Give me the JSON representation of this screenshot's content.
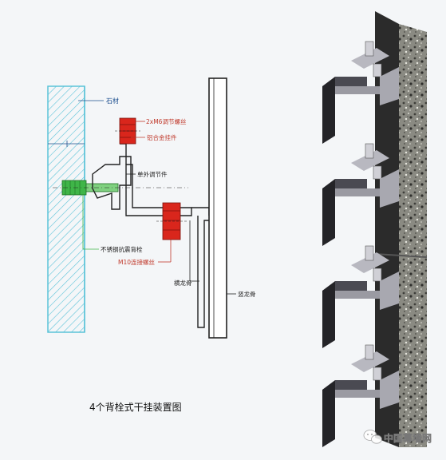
{
  "labels": {
    "stone": "石材",
    "bolt": "2xM6调节螺丝",
    "hanger": "铝合金挂件",
    "adjuster": "单外调节件",
    "anchor": "不锈钢抗震背栓",
    "m10": "M10连接螺丝",
    "horizontal": "横龙骨",
    "vertical": "竖龙骨",
    "title": "4个背栓式干挂装置图"
  },
  "watermark": "中国幕墙网",
  "colors": {
    "hatch": "#5bc3d8",
    "red": "#d9261c",
    "green": "#3fb548",
    "line": "#222222",
    "labelBlue": "#1d4f8f",
    "labelRed": "#c0392b"
  },
  "icons": {
    "watermark": "wechat-icon"
  }
}
